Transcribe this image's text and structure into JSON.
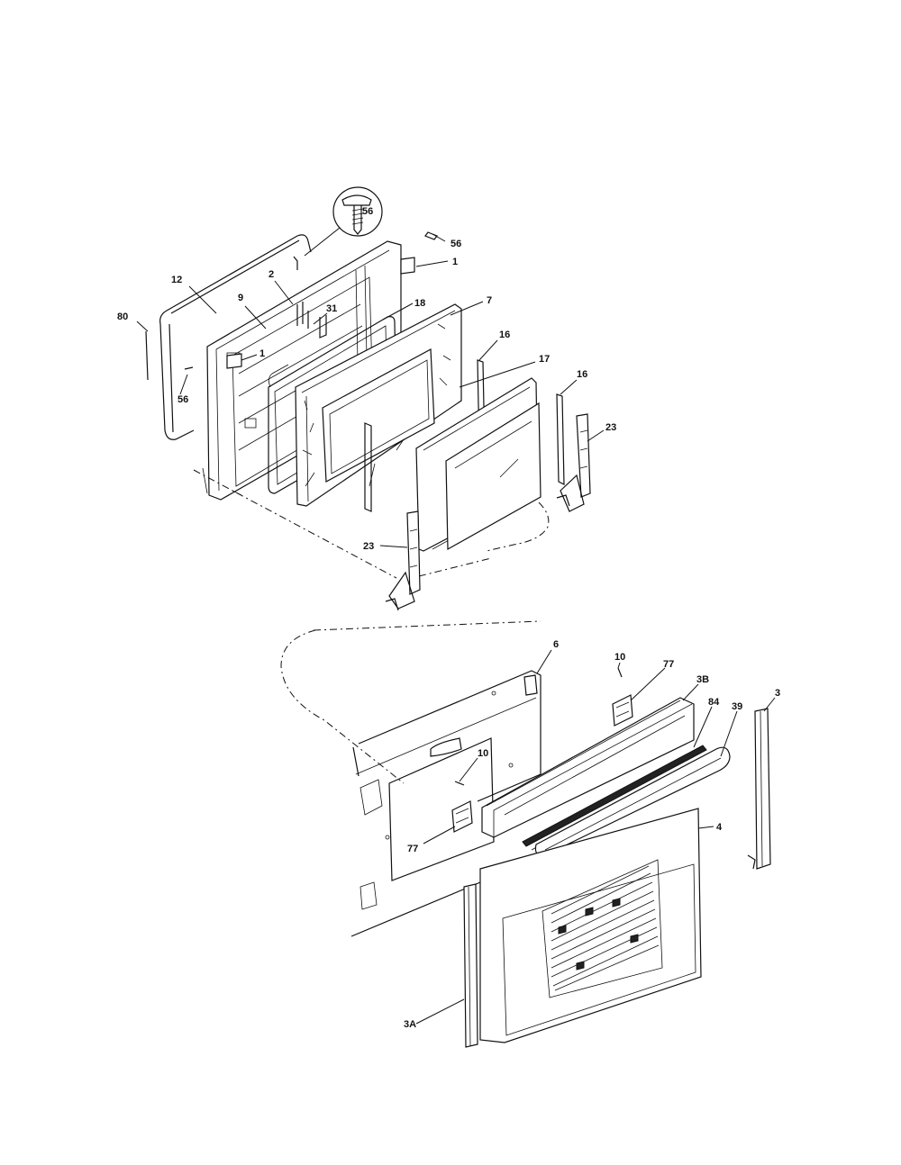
{
  "callouts": {
    "c56_detail": "56",
    "c56_top": "56",
    "c1_top": "1",
    "c12": "12",
    "c9": "9",
    "c2": "2",
    "c31": "31",
    "c18": "18",
    "c7": "7",
    "c80": "80",
    "c1_left": "1",
    "c56_left": "56",
    "c16_a": "16",
    "c17": "17",
    "c16_b": "16",
    "c23_right": "23",
    "c23_left": "23",
    "c6": "6",
    "c10_top": "10",
    "c77_top": "77",
    "c3B": "3B",
    "c84": "84",
    "c39": "39",
    "c3": "3",
    "c10_mid": "10",
    "c4": "4",
    "c77_bot": "77",
    "c3A": "3A"
  }
}
